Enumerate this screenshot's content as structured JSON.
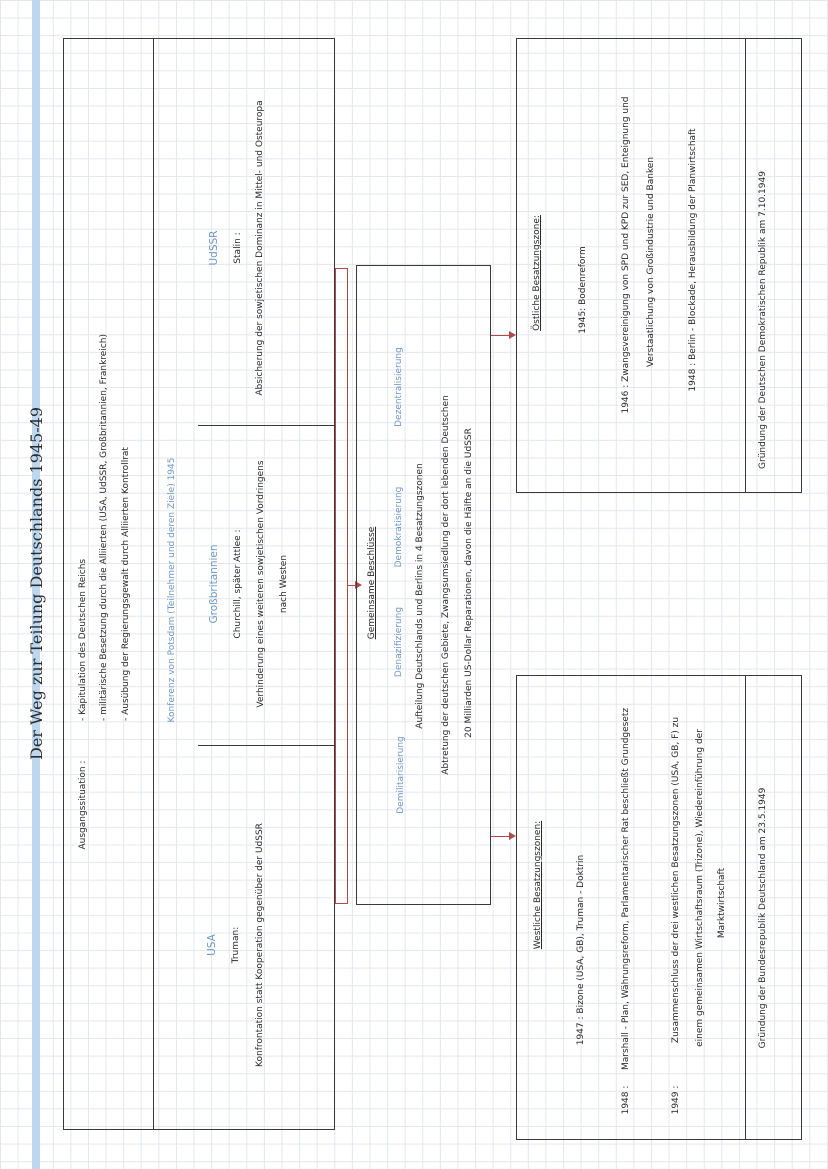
{
  "title": "Der Weg zur Teilung Deutschlands 1945-49",
  "ausgangssituation": {
    "label": "Ausgangssituation :",
    "items": [
      "- Kapitulation des Deutschen Reichs",
      "- militärische Besetzung durch die Alliierten (USA, UdSSR, Großbritannien, Frankreich)",
      "- Ausübung der Regierungsgewalt durch Alliierten Kontrollrat"
    ]
  },
  "konferenz": "Konferenz von Potsdam (Teilnehmer und deren Ziele) 1945",
  "usa": {
    "name": "USA",
    "leader": "Truman:",
    "goal": "Konfrontation statt Kooperation gegenüber der UdSSR"
  },
  "gb": {
    "name": "Großbritannien",
    "leader": "Churchill, später Attlee :",
    "goal_line1": "Verhinderung eines weiteren sowjetischen Vordringens",
    "goal_line2": "nach Westen"
  },
  "udssr": {
    "name": "UdSSR",
    "leader": "Stalin :",
    "goal": "Absicherung der sowjetischen Dominanz in Mittel- und Osteuropa"
  },
  "beschluesse": {
    "title": "Gemeinsame Beschlüsse",
    "demilitarisierung": "Demilitarisierung",
    "denazifizierung": "Denazifizierung",
    "demokratisierung": "Demokratisierung",
    "dezentralisierung": "Dezentralisierung",
    "text1": "Aufteilung Deutschlands und Berlins in 4 Besatzungszonen",
    "text2": "Abtretung der deutschen Gebiete, Zwangsumsiedlung der dort lebenden Deutschen",
    "text3": "20 Milliarden US-Dollar Reparationen, davon die Hälfte an die UdSSR"
  },
  "west": {
    "heading": "Westliche Besatzungszonen:",
    "e1947": "1947 : Bizone (USA, GB), Truman - Doktrin",
    "e1948_year": "1948 :",
    "e1948_text": "Marshall - Plan, Währungsreform, Parlamentarischer Rat beschließt Grundgesetz",
    "e1949_year": "1949 :",
    "e1949_line1": "Zusammenschluss der drei westlichen Besatzungszonen (USA, GB, F) zu",
    "e1949_line2": "einem gemeinsamen Wirtschaftsraum (Trizone), Wiedereinführung der",
    "e1949_line3": "Marktwirtschaft",
    "gruendung": "Gründung der Bundesrepublik Deutschland am 23.5.1949"
  },
  "ost": {
    "heading": "Östliche Besatzungszone:",
    "e1945": "1945: Bodenreform",
    "e1946_line1": "1946 : Zwangsvereinigung von SPD und KPD zur SED, Enteignung und",
    "e1946_line2": "Verstaatlichung von Großindustrie und Banken",
    "e1948": "1948 : Berlin - Blockade, Herausbildung der Planwirtschaft",
    "gruendung": "Gründung der Deutschen Demokratischen Republik am 7.10.1949"
  },
  "colors": {
    "ink": "#2a2a2a",
    "blue_ink": "#6e97c4",
    "arrow": "#b04a4a",
    "grid": "#e3e6ee",
    "margin": "#bcd7ee"
  }
}
